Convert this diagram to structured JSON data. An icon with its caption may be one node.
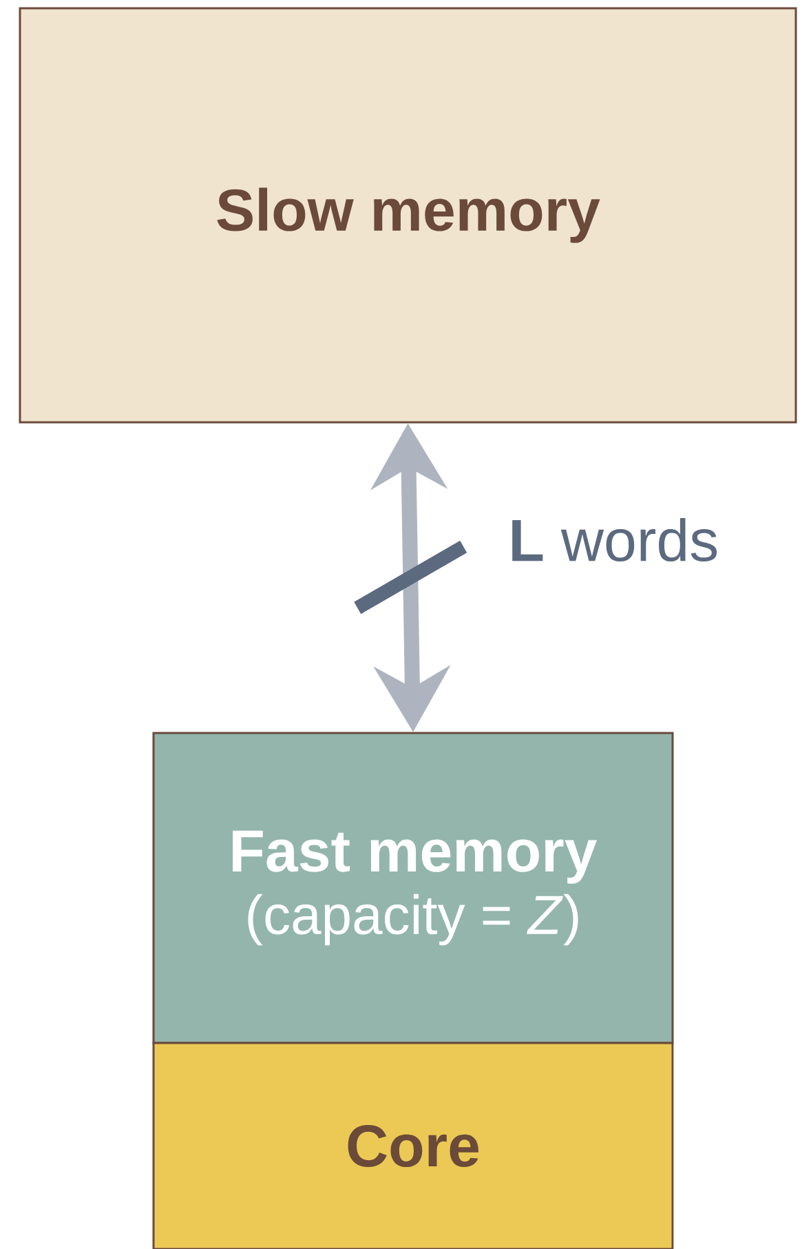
{
  "diagram": {
    "nodes": [
      {
        "text": [
          "Slow memory"
        ]
      },
      {
        "text": [
          "Fast memory",
          "(capacity = *Z*)"
        ]
      },
      {
        "text": [
          "Core"
        ]
      }
    ],
    "edges": [
      {
        "from": 1,
        "to": 0,
        "arrow": "both",
        "label": "**L** words"
      }
    ]
  }
}
